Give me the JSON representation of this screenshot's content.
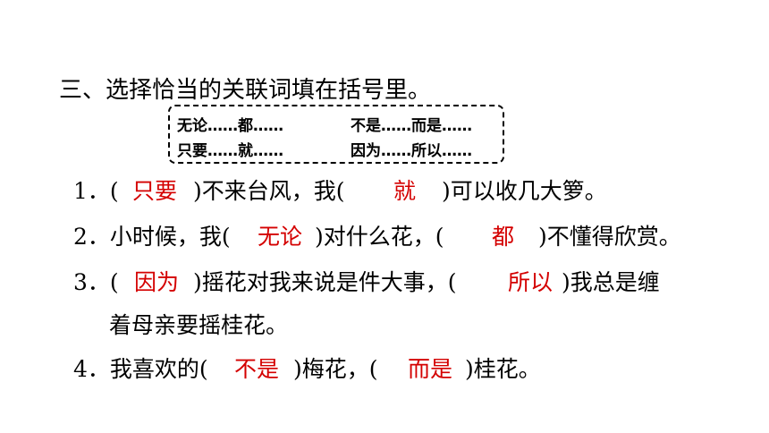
{
  "title": "三、选择恰当的关联词填在括号里。",
  "word_bank": {
    "row1": [
      "无论……都……",
      "不是……而是……"
    ],
    "row2": [
      "只要……就……",
      "因为……所以……"
    ]
  },
  "questions": [
    {
      "num": "1．(",
      "ans1": "只要",
      "t1": ")不来台风，我(",
      "ans2": "就",
      "t2": ")可以收几大箩。"
    },
    {
      "num": "2．小时候，我(",
      "ans1": "无论",
      "t1": ")对什么花，(",
      "ans2": "都",
      "t2": ")不懂得欣赏。"
    },
    {
      "num": "3．(",
      "ans1": "因为",
      "t1": ")摇花对我来说是件大事，(",
      "ans2": "所以",
      "t2": ")我总是缠",
      "cont": "着母亲要摇桂花。"
    },
    {
      "num": "4．我喜欢的(",
      "ans1": "不是",
      "t1": ")梅花，(",
      "ans2": "而是",
      "t2": ")桂花。"
    }
  ]
}
